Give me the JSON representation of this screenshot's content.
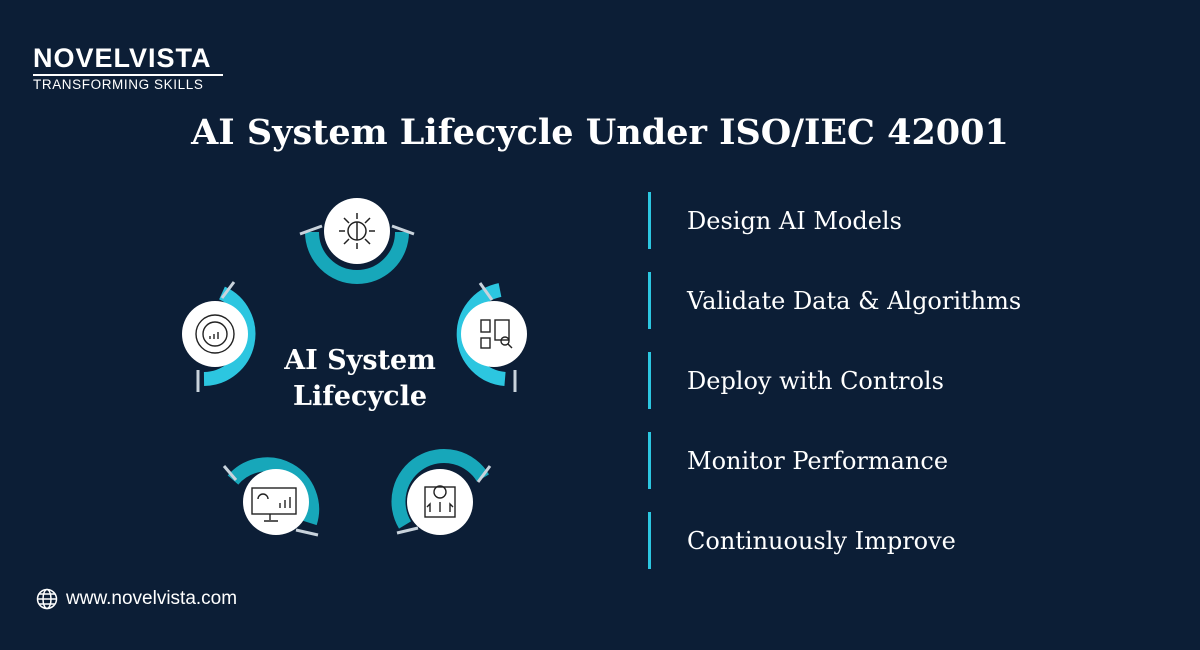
{
  "logo": {
    "main": "NOVELVISTA",
    "tagline": "TRANSFORMING SKILLS"
  },
  "title": "AI System Lifecycle Under ISO/IEC 42001",
  "center_label": {
    "line1": "AI System",
    "line2": "Lifecycle"
  },
  "steps": [
    {
      "label": "Design AI Models"
    },
    {
      "label": "Validate Data & Algorithms"
    },
    {
      "label": "Deploy with Controls"
    },
    {
      "label": "Monitor Performance"
    },
    {
      "label": "Continuously Improve"
    }
  ],
  "footer": {
    "website": "www.novelvista.com"
  },
  "colors": {
    "background": "#0c1e36",
    "teal": "#17a7ba",
    "cyan": "#2cc6e0",
    "white": "#ffffff"
  }
}
